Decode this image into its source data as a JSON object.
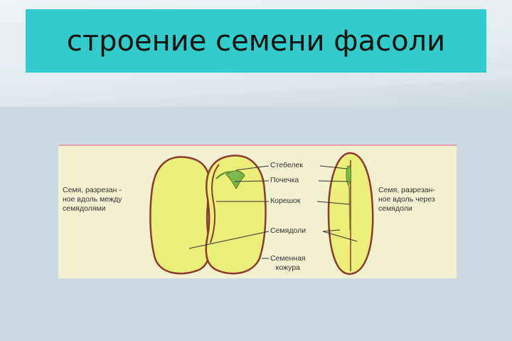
{
  "slide": {
    "title": "строение семени фасоли"
  },
  "figure": {
    "left_caption": [
      "Семя, разрезан -",
      "ное вдоль между",
      "семядолями"
    ],
    "right_caption": [
      "Семя, разрезан-",
      "ное вдоль через",
      "семядоли"
    ],
    "labels": {
      "stem": "Стебелек",
      "bud": "Почечка",
      "root": "Корешок",
      "cotyledons": "Семядоли",
      "coat_line1": "Семенная",
      "coat_line2": "кожура"
    }
  },
  "colors": {
    "title_bar": "#33cccc",
    "figure_bg": "#f3f0cf",
    "seed_fill": "#ecee7a",
    "seed_coat": "#8a3b2e",
    "embryo_green": "#7cb84a"
  }
}
